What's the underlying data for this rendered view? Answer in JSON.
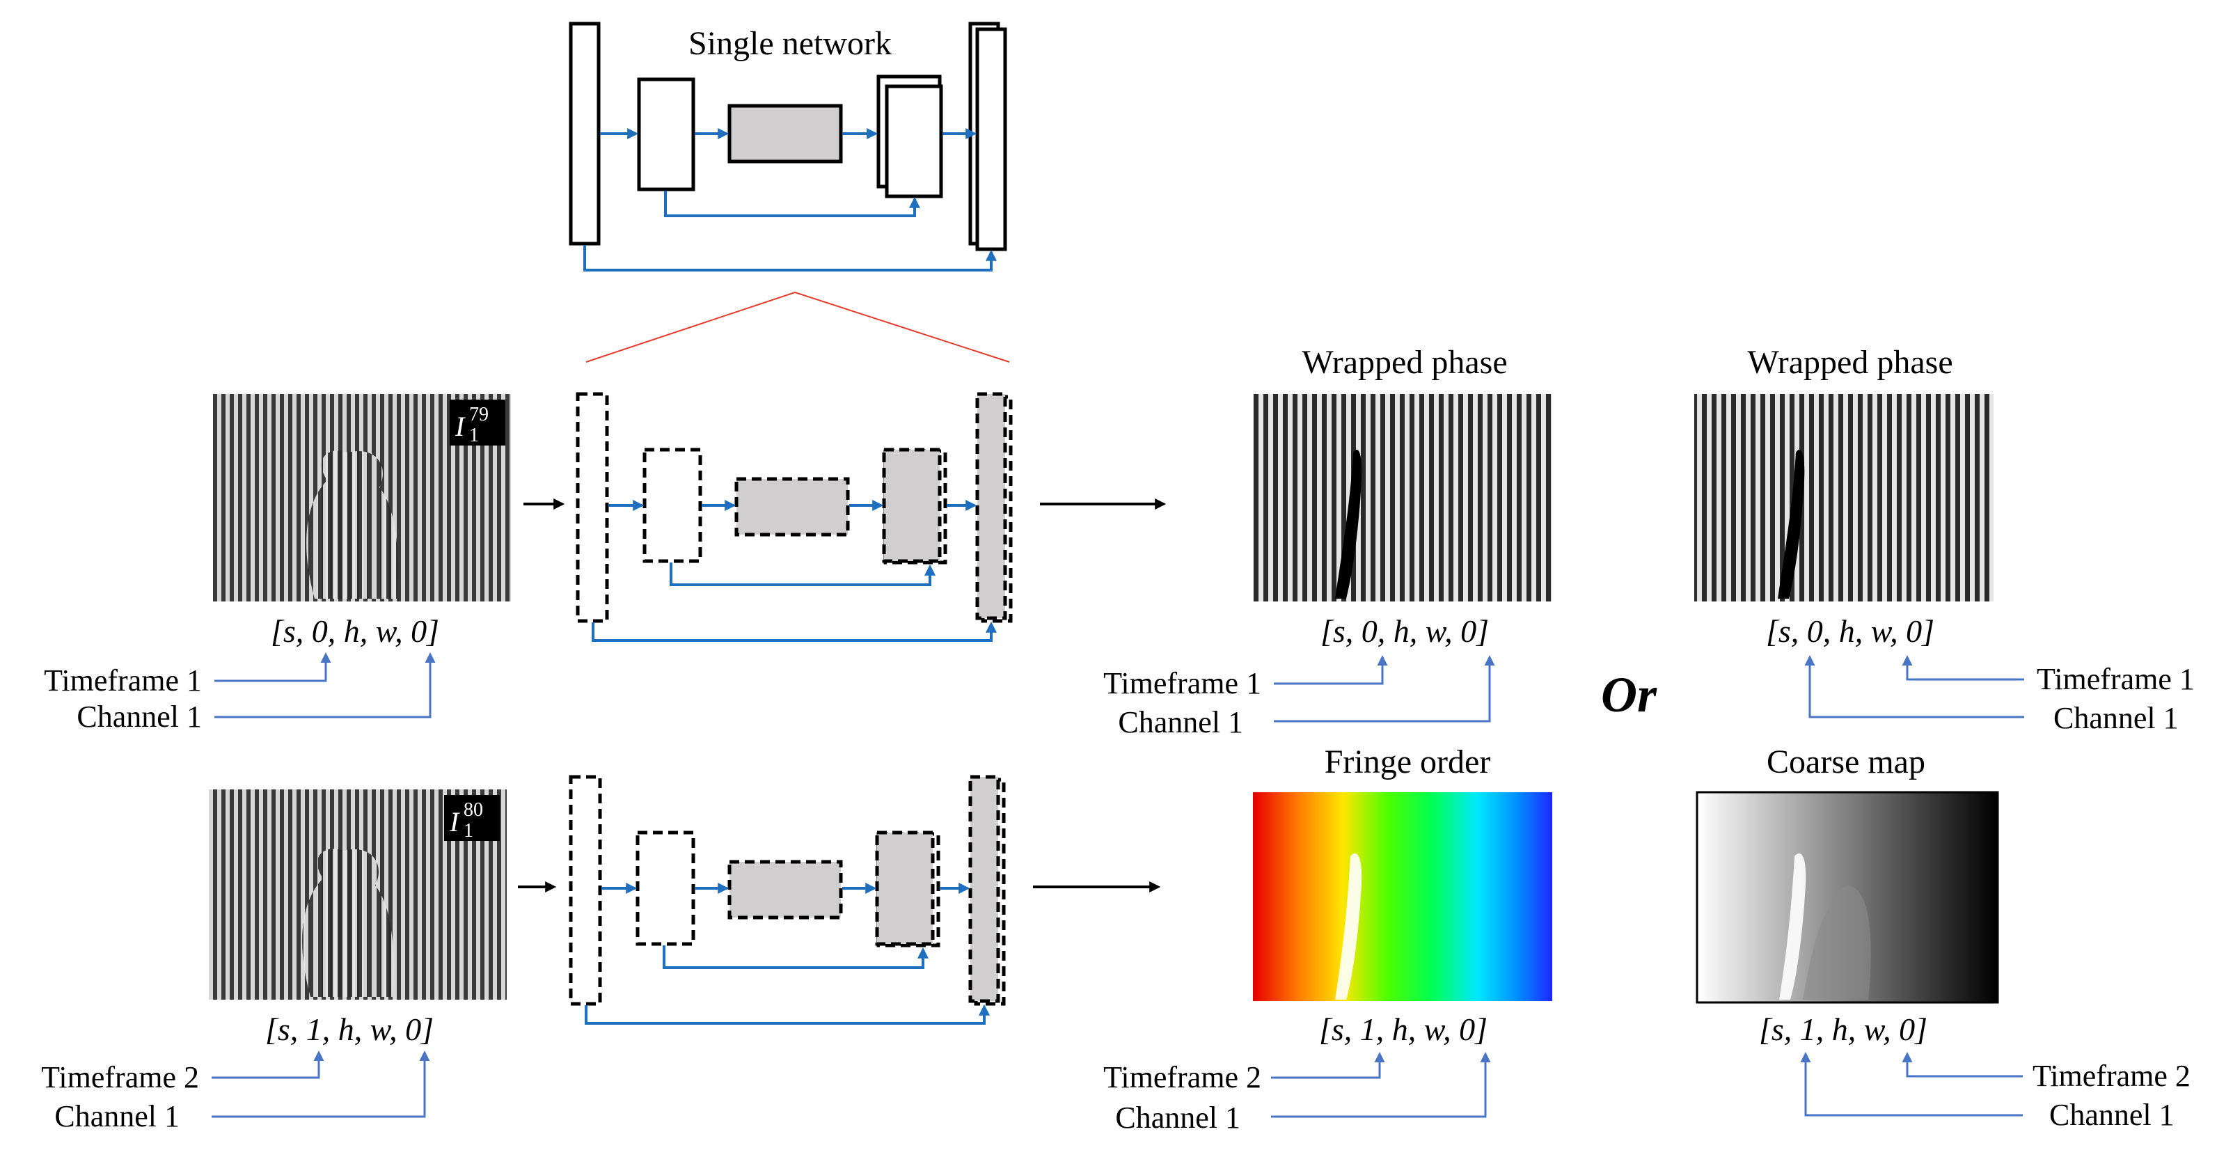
{
  "top": {
    "title": "Single network"
  },
  "inputs": [
    {
      "tag_base": "I",
      "tag_sub": "1",
      "tag_sup": "79",
      "tensor": "[s, 0, h, w, 0]",
      "timeframe": "Timeframe 1",
      "channel": "Channel 1"
    },
    {
      "tag_base": "I",
      "tag_sub": "1",
      "tag_sup": "80",
      "tensor": "[s, 1, h, w, 0]",
      "timeframe": "Timeframe 2",
      "channel": "Channel 1"
    }
  ],
  "outputs_left": [
    {
      "title": "Wrapped phase",
      "tensor": "[s, 0, h, w, 0]",
      "timeframe": "Timeframe 1",
      "channel": "Channel 1"
    },
    {
      "title": "Fringe order",
      "tensor": "[s, 1, h, w, 0]",
      "timeframe": "Timeframe 2",
      "channel": "Channel 1"
    }
  ],
  "outputs_right": [
    {
      "title": "Wrapped phase",
      "tensor": "[s, 0, h, w, 0]",
      "timeframe": "Timeframe 1",
      "channel": "Channel 1"
    },
    {
      "title": "Coarse map",
      "tensor": "[s, 1, h, w, 0]",
      "timeframe": "Timeframe 2",
      "channel": "Channel 1"
    }
  ],
  "or_label": "Or",
  "colors": {
    "arrow_blue": "#1f6fbf",
    "line_blue": "#4a74c4",
    "box_gray": "#d0cece",
    "zoom_red": "#e83a2a"
  }
}
